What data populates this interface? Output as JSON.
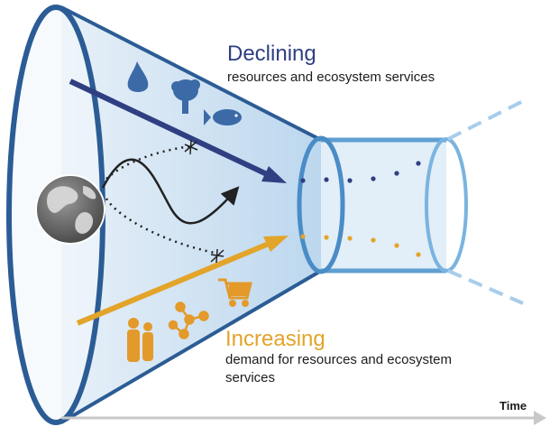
{
  "declining": {
    "heading": "Declining",
    "subtitle": "resources and ecosystem services"
  },
  "increasing": {
    "heading": "Increasing",
    "subtitle_line1": "demand for resources and ecosystem",
    "subtitle_line2": "services"
  },
  "axis": {
    "time_label": "Time"
  },
  "colors": {
    "funnel_rim": "#2b5c95",
    "funnel_fill": "#dbe9f4",
    "tube": "#5f9fd2",
    "tube_light": "#a8cdec",
    "declining_arrow": "#2f3f82",
    "increasing_arrow": "#e3a42a",
    "resource_icons": "#3c6aa6",
    "demand_icons": "#e39a2b",
    "globe": "#6b6b6b",
    "time_axis": "#c8c8c8"
  },
  "icons": {
    "resources": [
      "water-drop-icon",
      "tree-icon",
      "fish-icon"
    ],
    "demand": [
      "people-icon",
      "molecule-icon",
      "shopping-cart-icon"
    ],
    "center": "globe-icon"
  }
}
